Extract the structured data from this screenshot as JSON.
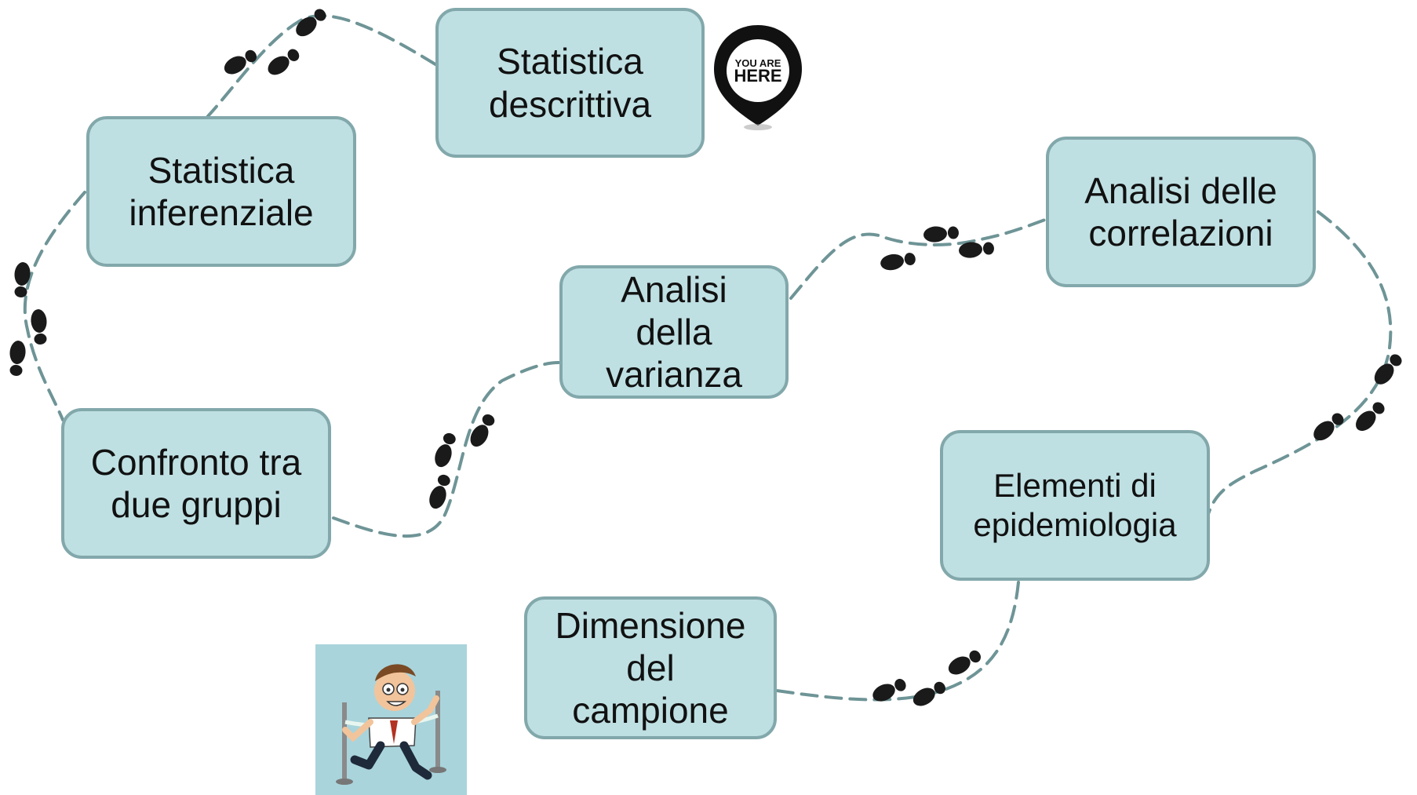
{
  "colors": {
    "node_fill": "#bfe0e3",
    "node_border": "#82a8ab",
    "path_dash": "#6e9496",
    "footprint": "#1a1a1a",
    "pin": "#111111",
    "finish_bg": "#a9d4dc"
  },
  "nodes": [
    {
      "id": "statistica-descrittiva",
      "lines": [
        "Statistica",
        "descrittiva"
      ]
    },
    {
      "id": "statistica-inferenziale",
      "lines": [
        "Statistica",
        "inferenziale"
      ]
    },
    {
      "id": "confronto-tra-due-gruppi",
      "lines": [
        "Confronto tra",
        "due gruppi"
      ]
    },
    {
      "id": "analisi-della-varianza",
      "lines": [
        "Analisi",
        "della",
        "varianza"
      ]
    },
    {
      "id": "analisi-delle-correlazioni",
      "lines": [
        "Analisi delle",
        "correlazioni"
      ]
    },
    {
      "id": "elementi-di-epidemiologia",
      "lines": [
        "Elementi di",
        "epidemiologia"
      ]
    },
    {
      "id": "dimensione-del-campione",
      "lines": [
        "Dimensione",
        "del",
        "campione"
      ]
    }
  ],
  "pin": {
    "line1": "YOU ARE",
    "line2": "HERE",
    "icon": "location-pin-icon"
  },
  "finish": {
    "icon": "finish-line-runner-icon"
  },
  "footprints_icon": "footprints-icon"
}
